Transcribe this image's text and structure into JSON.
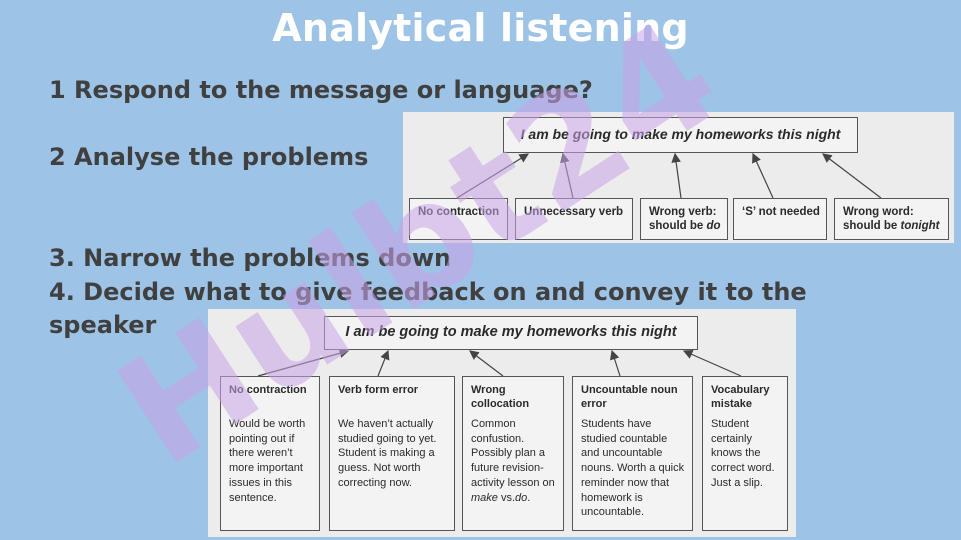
{
  "title": "Analytical listening",
  "steps": [
    "1 Respond to the message or language?",
    "2 Analyse the problems",
    "3. Narrow the problems down",
    "4. Decide what to give feedback on and convey it to the speaker"
  ],
  "diagram1": {
    "sentence": "I am be going to make my homeworks this night",
    "categories": [
      {
        "line1": "No contraction",
        "line2": ""
      },
      {
        "line1": "Unnecessary verb",
        "line2": ""
      },
      {
        "line1": "Wrong verb:",
        "line2": "should be ",
        "emph": "do"
      },
      {
        "line1": "‘S’ not needed",
        "line2": ""
      },
      {
        "line1": "Wrong word:",
        "line2": "should be ",
        "emph": "tonight"
      }
    ]
  },
  "diagram2": {
    "sentence": "I am be going to make my homeworks this night",
    "categories": [
      {
        "heading": "No contraction",
        "body": "Would be worth pointing out if there weren’t more important issues in this sentence."
      },
      {
        "heading": "Verb form error",
        "body": "We haven’t actually studied going to yet. Student is making a guess. Not worth correcting now."
      },
      {
        "heading": "Wrong collocation",
        "body_pre": "Common confustion. Possibly plan a future revision-activity lesson on ",
        "emph1": "make",
        "body_mid": " vs.",
        "emph2": "do",
        "body_post": "."
      },
      {
        "heading": "Uncountable noun error",
        "body": "Students have studied countable and uncountable nouns. Worth a quick reminder now that homework is uncountable."
      },
      {
        "heading": "Vocabulary mistake",
        "body": "Student certainly knows the correct word. Just a slip."
      }
    ]
  },
  "watermark": {
    "text": "Hulbt24",
    "color": "#c8a2e8"
  }
}
